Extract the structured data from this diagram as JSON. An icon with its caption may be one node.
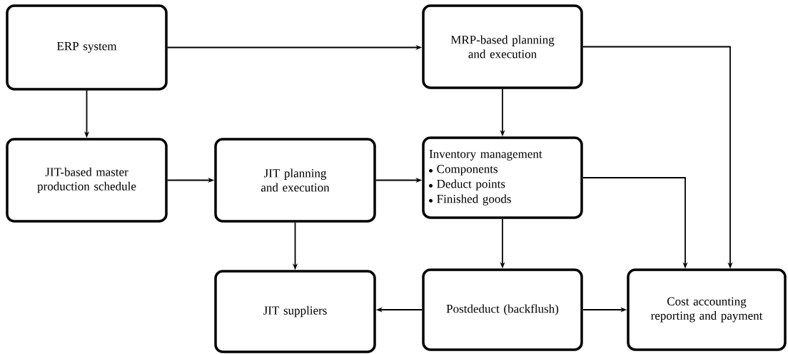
{
  "diagram": {
    "nodes": [
      {
        "text": [
          "ERP system"
        ]
      },
      {
        "text": [
          "MRP-based planning and execution"
        ]
      },
      {
        "text": [
          "JIT-based master production schedule"
        ]
      },
      {
        "text": [
          "JIT planning and execution"
        ]
      },
      {
        "text": [
          "Inventory management",
          "Components",
          "Deduct points",
          "Finished goods"
        ]
      },
      {
        "text": [
          "JIT suppliers"
        ]
      },
      {
        "text": [
          "Postdeduct (backflush)"
        ]
      },
      {
        "text": [
          "Cost accounting reporting and payment"
        ]
      }
    ],
    "edges": [
      {
        "from": 0,
        "to": 1,
        "arrow": "to"
      },
      {
        "from": 0,
        "to": 2,
        "arrow": "to"
      },
      {
        "from": 2,
        "to": 3,
        "arrow": "to"
      },
      {
        "from": 3,
        "to": 4,
        "arrow": "to"
      },
      {
        "from": 1,
        "to": 4,
        "arrow": "to"
      },
      {
        "from": 3,
        "to": 5,
        "arrow": "to"
      },
      {
        "from": 4,
        "to": 6,
        "arrow": "to"
      },
      {
        "from": 6,
        "to": 5,
        "arrow": "to"
      },
      {
        "from": 6,
        "to": 7,
        "arrow": "to"
      },
      {
        "from": 4,
        "to": 7,
        "arrow": "to"
      },
      {
        "from": 1,
        "to": 7,
        "arrow": "to"
      }
    ]
  }
}
